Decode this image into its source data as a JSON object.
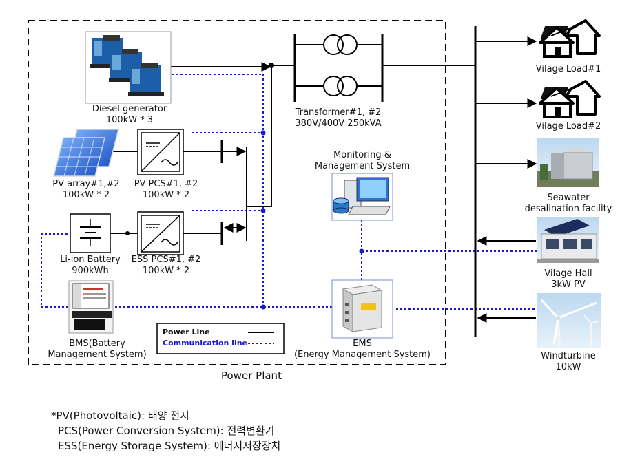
{
  "labels": {
    "diesel": [
      "Diesel generator",
      "100kW * 3"
    ],
    "pv_array": [
      "PV array#1,#2",
      "100kW * 2"
    ],
    "pv_pcs": [
      "PV PCS#1, #2",
      "100kW * 2"
    ],
    "battery": [
      "Li-ion Battery",
      "900kWh"
    ],
    "ess_pcs": [
      "ESS PCS#1, #2",
      "100kW * 2"
    ],
    "bms": [
      "BMS(Battery",
      "Management System)"
    ],
    "transformer": [
      "Transformer#1, #2",
      "380V/400V 250kVA"
    ],
    "monitoring": [
      "Monitoring &",
      "Management System"
    ],
    "ems": [
      "EMS",
      "(Energy Management System)"
    ],
    "load1": [
      "Vilage Load#1"
    ],
    "load2": [
      "Vilage Load#2"
    ],
    "seawater": [
      "Seawater",
      "desalination facility"
    ],
    "hall": [
      "Vilage Hall",
      "3kW PV"
    ],
    "wind": [
      "Windturbine",
      "10kW"
    ],
    "plant": "Power Plant"
  },
  "legend": {
    "power": "Power Line",
    "comm": "Communication line"
  },
  "notes": [
    "*PV(Photovoltaic): 태양 전지",
    "  PCS(Power Conversion System): 전력변환기",
    "  ESS(Energy Storage System): 에너지저장장치"
  ],
  "colors": {
    "power_line": "#000000",
    "comm_line": "#1a1acc",
    "legend_comm_text": "#1a1acc"
  }
}
